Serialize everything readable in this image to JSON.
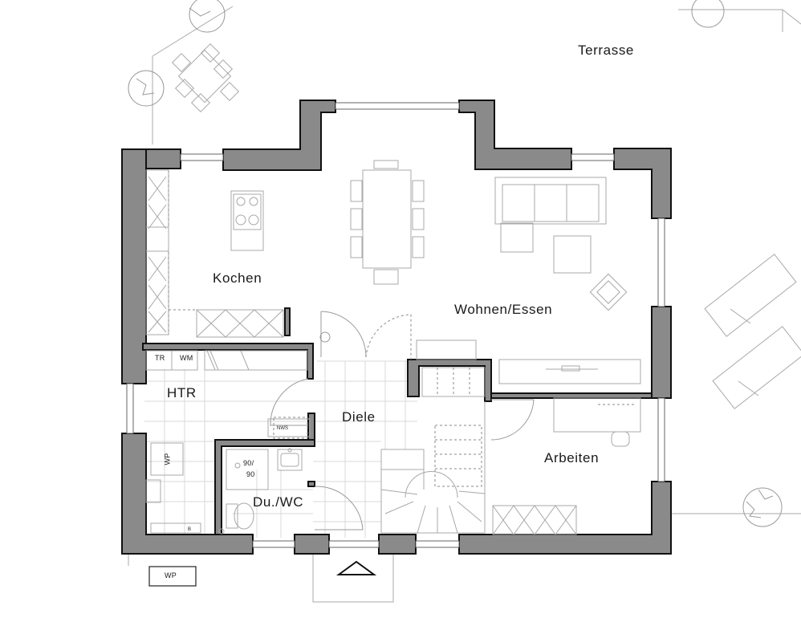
{
  "plan": {
    "colors": {
      "wall_fill": "#8a8a8a",
      "wall_stroke": "#111111",
      "furniture_line": "#a8a8a8",
      "tile_grid": "#d9d9d9",
      "text": "#1a1a1a"
    },
    "labels": {
      "terrace": "Terrasse",
      "kitchen": "Kochen",
      "living_dining": "Wohnen/Essen",
      "utility": "HTR",
      "hall": "Diele",
      "office": "Arbeiten",
      "shower_wc": "Du./WC",
      "dryer": "TR",
      "washer": "WM",
      "heat_pump_inside": "WP",
      "heat_pump_outside": "WP",
      "water_heater": "NWS",
      "shower_size_top": "90/",
      "shower_size_bottom": "90",
      "boiler_tag": "B"
    },
    "entrance_icon": "entrance-triangle-icon"
  }
}
